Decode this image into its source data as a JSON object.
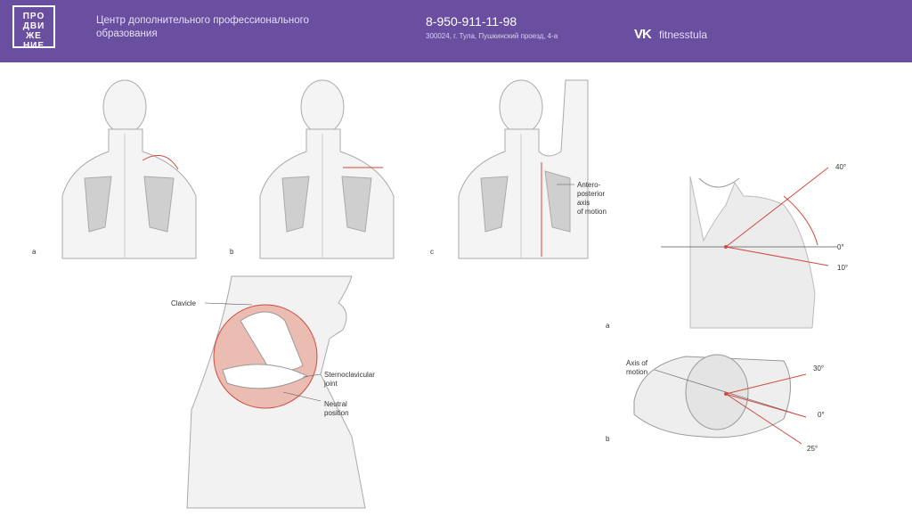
{
  "header": {
    "logo_lines": [
      "ПРО",
      "ДВИ",
      "ЖЕ",
      "НИЕ"
    ],
    "org_line1": "Центр дополнительного профессионального",
    "org_line2": "образования",
    "phone": "8-950-911-11-98",
    "address": "300024, г. Тула, Пушкинский проезд, 4-а",
    "social_icon": "vk-icon",
    "social_label": "VK",
    "social_name": "fitnesstula"
  },
  "figures": {
    "top_labels": [
      "a",
      "b",
      "c"
    ],
    "axis_label": [
      "Antero-",
      "posterior",
      "axis",
      "of motion"
    ],
    "clavicle": "Clavicle",
    "joint_label": [
      "Sternoclavicular",
      "joint"
    ],
    "neutral_label": [
      "Neutral",
      "position"
    ],
    "elev_angles": [
      "40°",
      "0°",
      "10°"
    ],
    "fig_a": "a",
    "axis_motion": [
      "Axis of",
      "motion"
    ],
    "rot_angles": [
      "30°",
      "0°",
      "25°"
    ],
    "fig_b": "b"
  },
  "colors": {
    "header_bg": "#6a4fa0",
    "accent_red": "#d24a3a"
  }
}
